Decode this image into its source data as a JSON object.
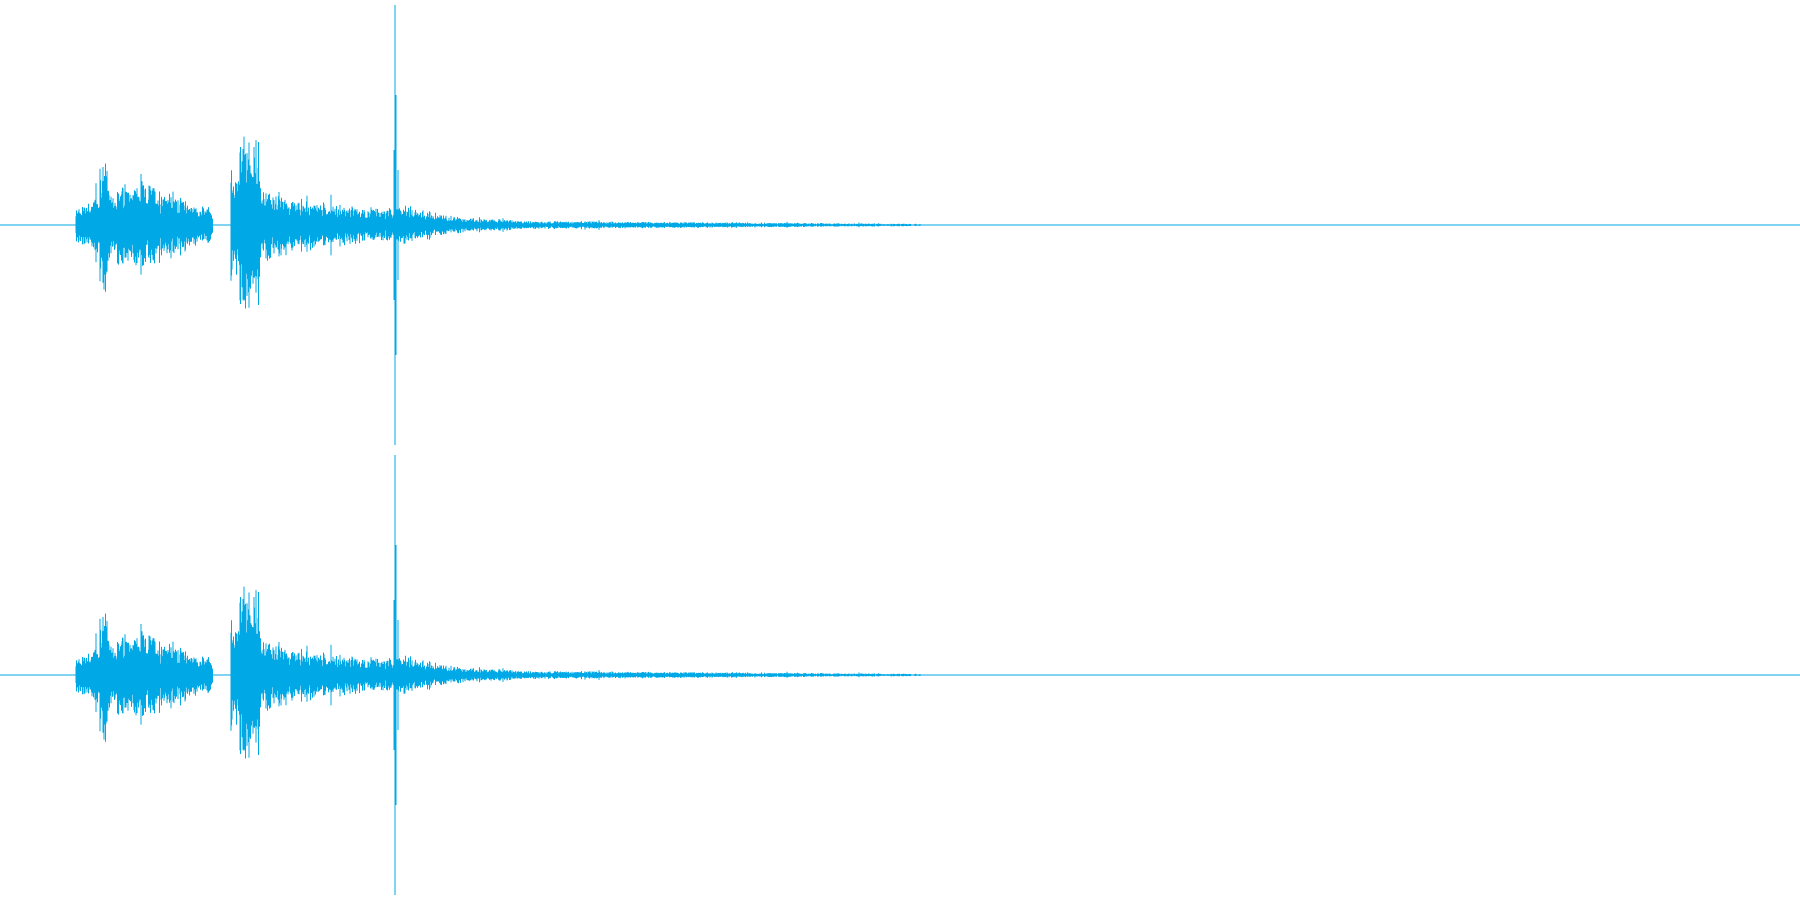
{
  "waveform": {
    "channels": 2,
    "color": "#00a9e6",
    "background": "#ffffff",
    "duration_fraction_active": 0.51,
    "events": [
      {
        "label": "burst-1",
        "start": 0.042,
        "end": 0.118,
        "peak_amplitude": 0.25
      },
      {
        "label": "burst-2",
        "start": 0.13,
        "end": 0.2,
        "peak_amplitude": 0.36
      },
      {
        "label": "transient",
        "start": 0.218,
        "end": 0.22,
        "peak_amplitude": 1.0
      },
      {
        "label": "decay-tail",
        "start": 0.22,
        "end": 0.512,
        "peak_amplitude": 0.03
      }
    ]
  }
}
